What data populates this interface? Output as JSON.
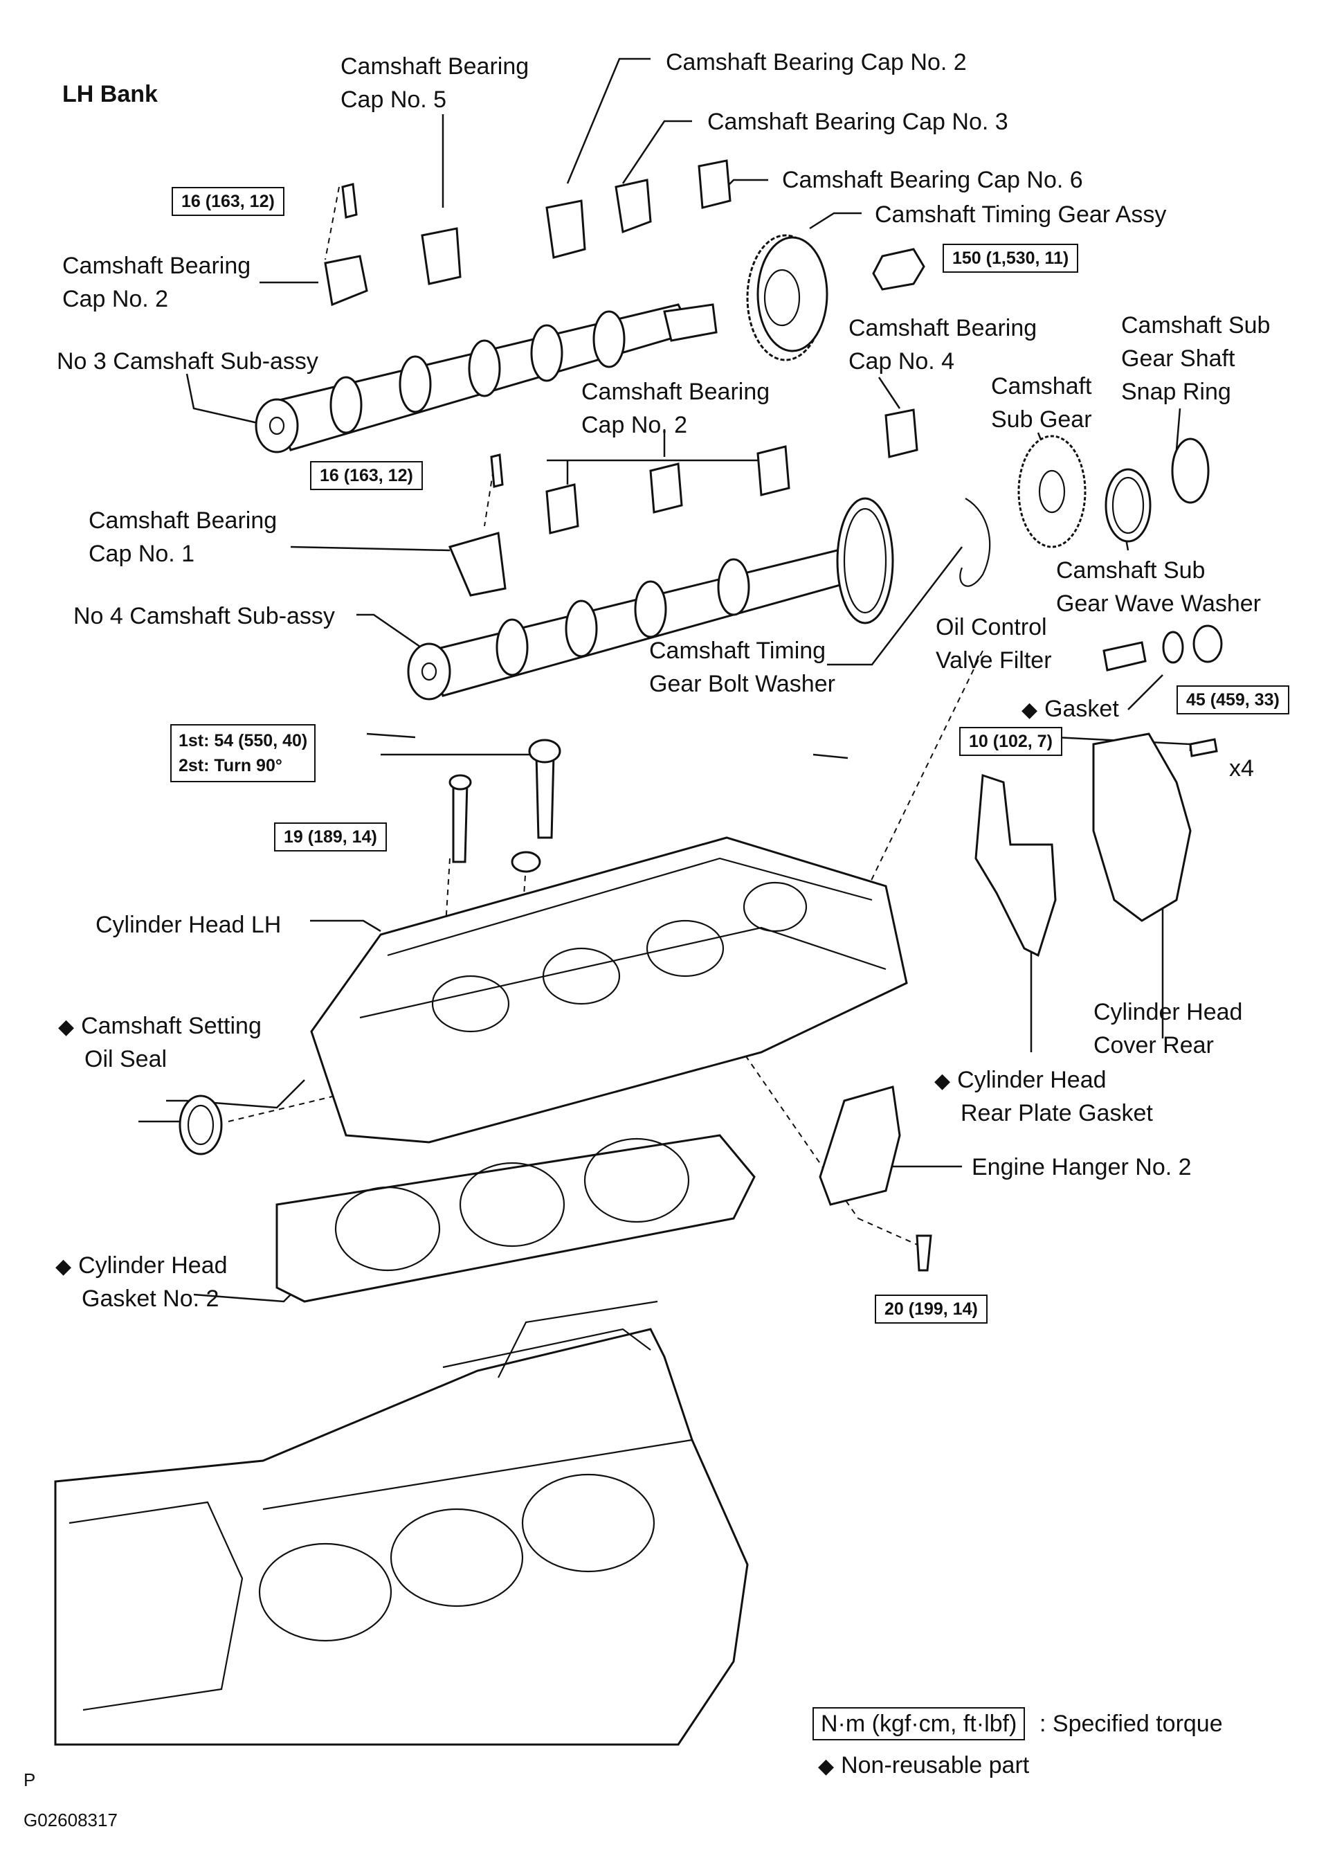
{
  "title": "LH Bank",
  "labels": {
    "bearing_cap_5": [
      "Camshaft Bearing",
      "Cap No. 5"
    ],
    "bearing_cap_2_top": "Camshaft Bearing Cap No. 2",
    "bearing_cap_3": "Camshaft Bearing Cap No. 3",
    "bearing_cap_6": "Camshaft Bearing Cap No. 6",
    "timing_gear_assy": "Camshaft Timing Gear Assy",
    "bearing_cap_2_left": [
      "Camshaft Bearing",
      "Cap No. 2"
    ],
    "no3_camshaft": "No 3 Camshaft Sub-assy",
    "bearing_cap_4": [
      "Camshaft Bearing",
      "Cap No. 4"
    ],
    "sub_gear": [
      "Camshaft",
      "Sub Gear"
    ],
    "sub_gear_snap_ring": [
      "Camshaft Sub",
      "Gear Shaft",
      "Snap Ring"
    ],
    "bearing_cap_2_mid": [
      "Camshaft Bearing",
      "Cap No. 2"
    ],
    "bearing_cap_1": [
      "Camshaft Bearing",
      "Cap No. 1"
    ],
    "sub_gear_wave_washer": [
      "Camshaft Sub",
      "Gear Wave Washer"
    ],
    "no4_camshaft": "No 4 Camshaft Sub-assy",
    "oil_control_filter": [
      "Oil Control",
      "Valve Filter"
    ],
    "timing_gear_bolt_washer": [
      "Camshaft Timing",
      "Gear Bolt Washer"
    ],
    "gasket": "Gasket",
    "x4": "x4",
    "cylinder_head_lh": "Cylinder Head LH",
    "setting_oil_seal": [
      "Camshaft Setting",
      "Oil Seal"
    ],
    "head_cover_rear": [
      "Cylinder Head",
      "Cover Rear"
    ],
    "rear_plate_gasket": [
      "Cylinder Head",
      "Rear Plate Gasket"
    ],
    "engine_hanger": "Engine Hanger No. 2",
    "head_gasket": [
      "Cylinder Head",
      "Gasket No. 2"
    ]
  },
  "torques": {
    "t1": "16 (163, 12)",
    "t2": "150 (1,530, 11)",
    "t3": "16 (163, 12)",
    "t4": "45 (459, 33)",
    "t5": "10 (102, 7)",
    "t6_line1": "1st: 54 (550, 40)",
    "t6_line2": "2st: Turn 90°",
    "t7": "19 (189, 14)",
    "t8": "20 (199, 14)"
  },
  "legend": {
    "torque_unit": "N·m (kgf·cm, ft·lbf)",
    "torque_text": ": Specified torque",
    "nonreusable_text": "Non-reusable part",
    "nonreusable_symbol": "◆"
  },
  "footer": {
    "letter": "P",
    "code": "G02608317"
  }
}
